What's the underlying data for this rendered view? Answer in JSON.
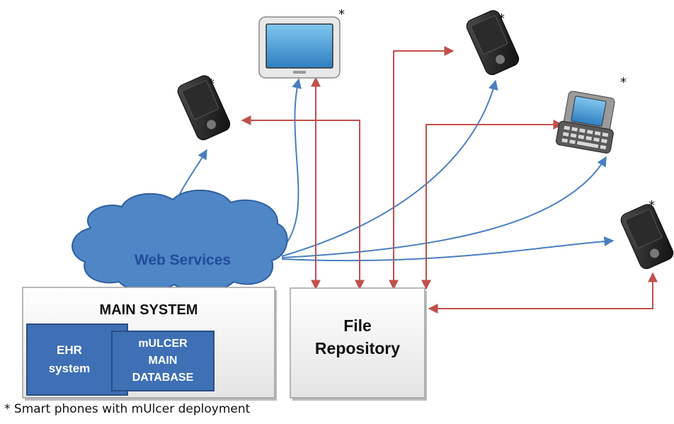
{
  "web_services": {
    "label": "Web Services"
  },
  "main_system": {
    "title": "MAIN SYSTEM",
    "ehr": {
      "line1": "EHR",
      "line2": "system"
    },
    "database": {
      "line1": "mULCER",
      "line2": "MAIN",
      "line3": "DATABASE"
    }
  },
  "file_repository": {
    "line1": "File",
    "line2": "Repository"
  },
  "devices": {
    "marker": "*",
    "list": [
      "tablet",
      "smartphone",
      "smartphone",
      "slider-phone",
      "smartphone"
    ]
  },
  "footnote": "* Smart phones with mUlcer deployment",
  "colors": {
    "blue_link": "#4a7fc1",
    "red_link": "#c0504d",
    "box_blue": "#3f6fb5",
    "box_border": "#2a4d86"
  }
}
